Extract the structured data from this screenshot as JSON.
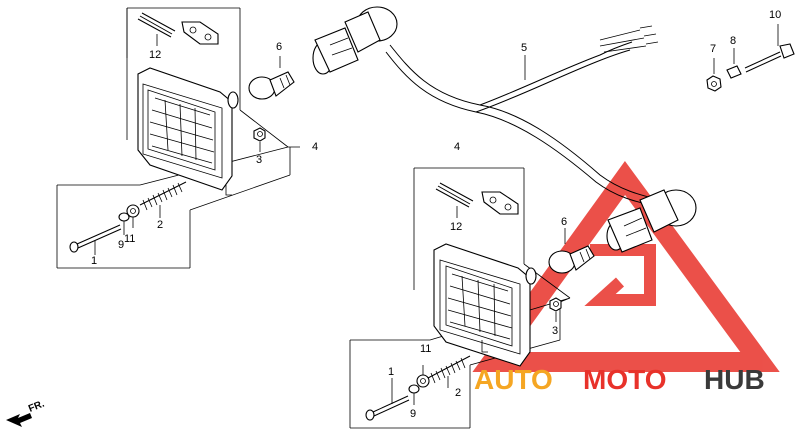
{
  "callouts": {
    "n1a": "1",
    "n1b": "1",
    "n2a": "2",
    "n2b": "2",
    "n3a": "3",
    "n3b": "3",
    "n4a": "4",
    "n4b": "4",
    "n5": "5",
    "n6a": "6",
    "n6b": "6",
    "n7": "7",
    "n8": "8",
    "n9a": "9",
    "n9b": "9",
    "n10": "10",
    "n11a": "11",
    "n11b": "11",
    "n12a": "12",
    "n12b": "12"
  },
  "direction_label": "FR.",
  "watermark": {
    "part1": "AUTO",
    "part2": "MOTO",
    "part3": "HUB",
    "color_orange": "#f5a623",
    "color_red": "#e8322a",
    "color_dark": "#3a3a3a"
  }
}
